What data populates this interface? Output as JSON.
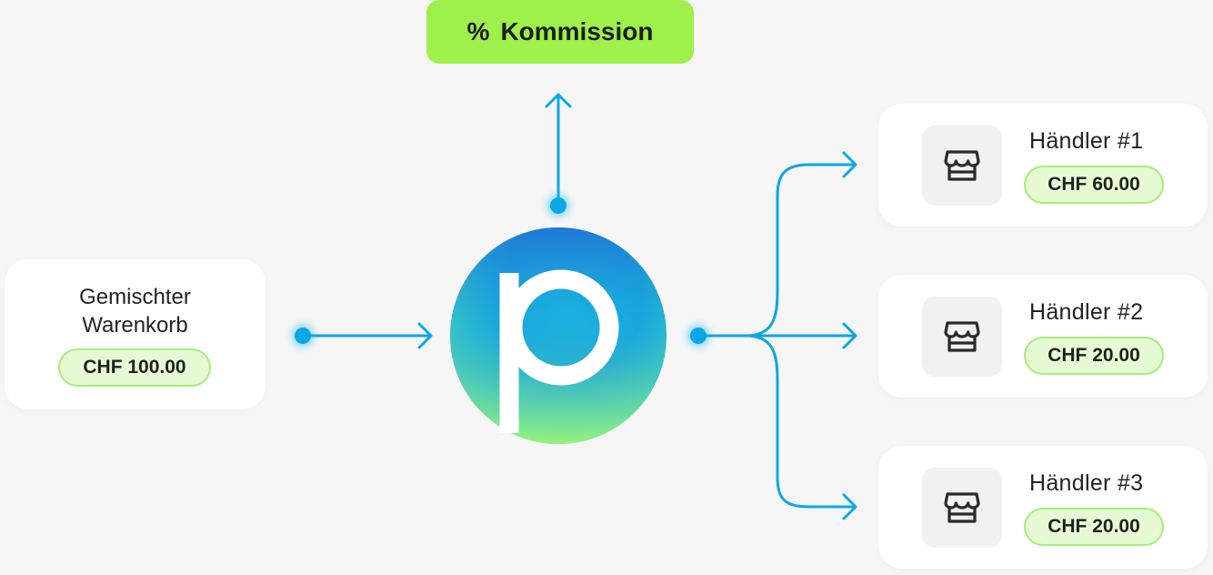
{
  "commission": {
    "symbol": "%",
    "label": "Kommission"
  },
  "cart": {
    "title_line1": "Gemischter",
    "title_line2": "Warenkorb",
    "amount": "CHF 100.00"
  },
  "merchants": [
    {
      "name": "Händler #1",
      "amount": "CHF 60.00",
      "icon": "store-icon"
    },
    {
      "name": "Händler #2",
      "amount": "CHF 20.00",
      "icon": "store-icon"
    },
    {
      "name": "Händler #3",
      "amount": "CHF 20.00",
      "icon": "store-icon"
    }
  ],
  "hub": {
    "letter": "p"
  },
  "colors": {
    "connector": "#0aa7e6",
    "commission_bg": "#9ef04a",
    "pill_bg": "#e6fbd3",
    "pill_border": "#a6ee7a",
    "hub_top": "#1f74d6",
    "hub_mid": "#1fb4e2",
    "hub_bottom": "#8ff07a"
  }
}
